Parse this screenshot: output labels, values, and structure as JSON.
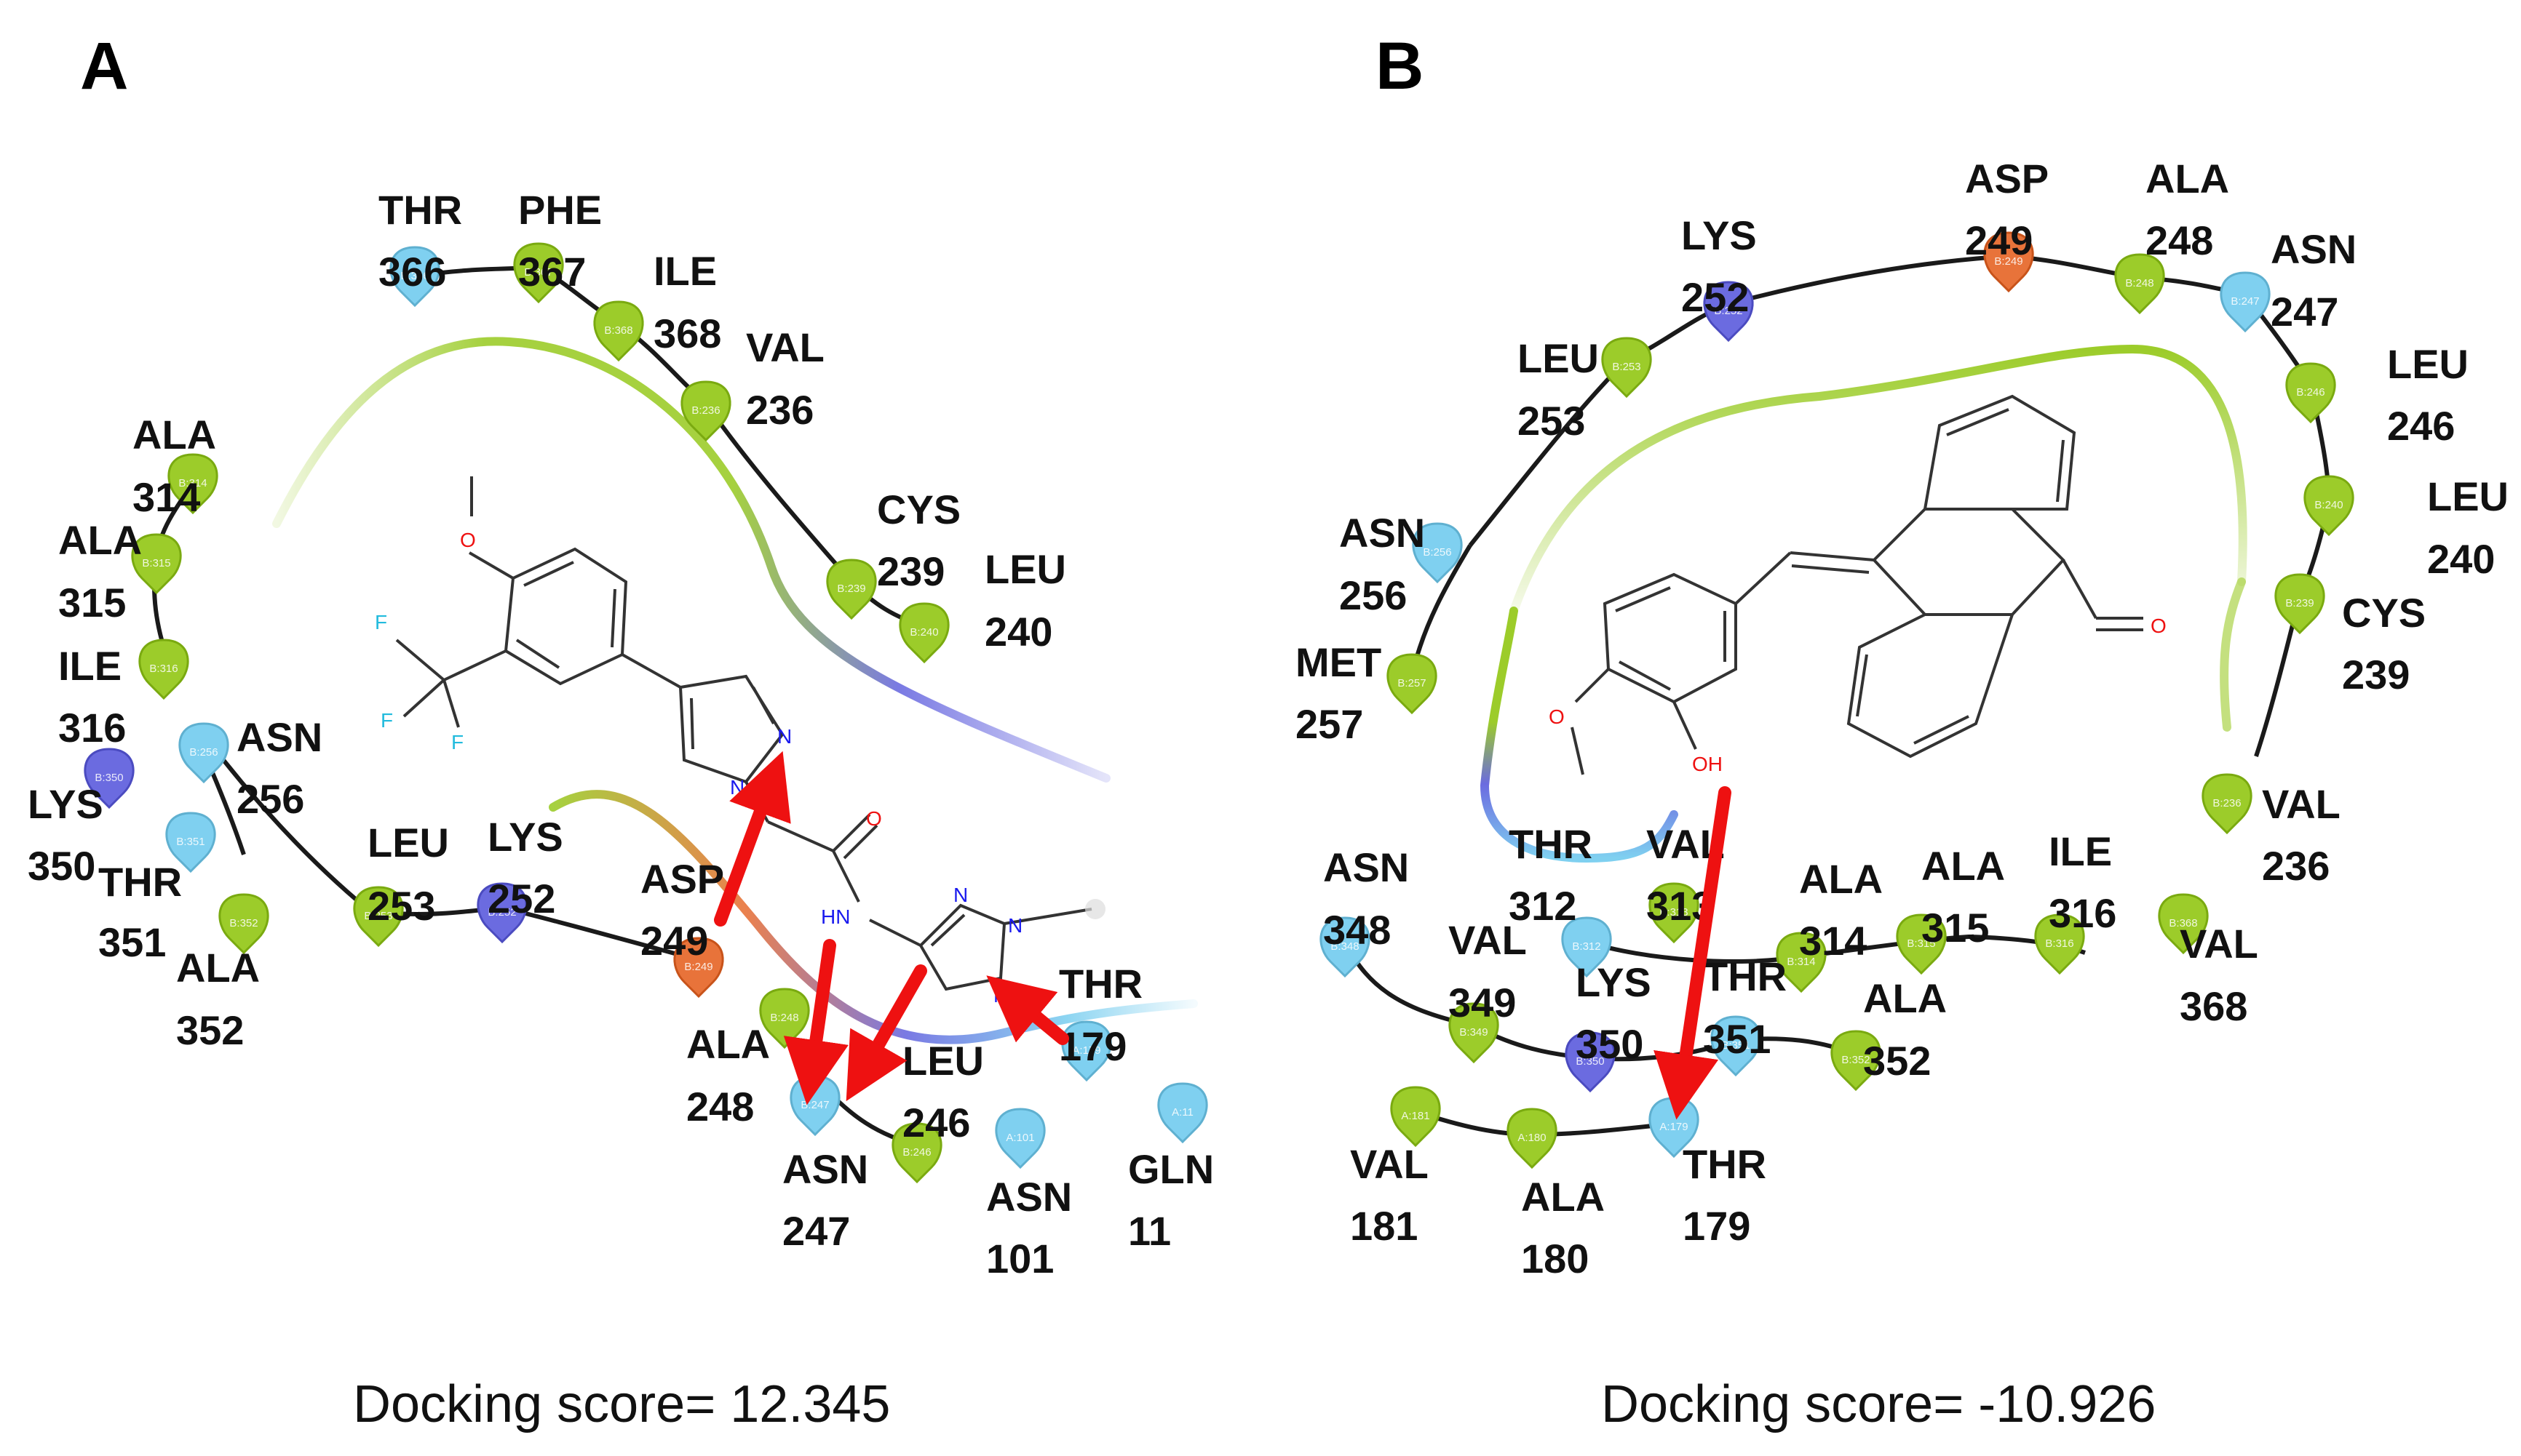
{
  "panels": [
    {
      "letter": "A",
      "caption": "Docking score= 12.345",
      "residues": [
        {
          "name": "THR",
          "num": "366",
          "type": "polar",
          "mini": "B:366"
        },
        {
          "name": "PHE",
          "num": "367",
          "type": "hydrophobic",
          "mini": "B:367"
        },
        {
          "name": "ILE",
          "num": "368",
          "type": "hydrophobic",
          "mini": "B:368"
        },
        {
          "name": "VAL",
          "num": "236",
          "type": "hydrophobic",
          "mini": "B:236"
        },
        {
          "name": "CYS",
          "num": "239",
          "type": "hydrophobic",
          "mini": "B:239"
        },
        {
          "name": "LEU",
          "num": "240",
          "type": "hydrophobic",
          "mini": "B:240"
        },
        {
          "name": "ALA",
          "num": "314",
          "type": "hydrophobic",
          "mini": "B:314"
        },
        {
          "name": "ALA",
          "num": "315",
          "type": "hydrophobic",
          "mini": "B:315"
        },
        {
          "name": "ILE",
          "num": "316",
          "type": "hydrophobic",
          "mini": "B:316"
        },
        {
          "name": "LYS",
          "num": "350",
          "type": "positive",
          "mini": "B:350"
        },
        {
          "name": "ASN",
          "num": "256",
          "type": "polar",
          "mini": "B:256"
        },
        {
          "name": "THR",
          "num": "351",
          "type": "polar",
          "mini": "B:351"
        },
        {
          "name": "ALA",
          "num": "352",
          "type": "hydrophobic",
          "mini": "B:352"
        },
        {
          "name": "LEU",
          "num": "253",
          "type": "hydrophobic",
          "mini": "B:253"
        },
        {
          "name": "LYS",
          "num": "252",
          "type": "positive",
          "mini": "B:252"
        },
        {
          "name": "ASP",
          "num": "249",
          "type": "negative",
          "mini": "B:249"
        },
        {
          "name": "ALA",
          "num": "248",
          "type": "hydrophobic",
          "mini": "B:248"
        },
        {
          "name": "ASN",
          "num": "247",
          "type": "polar",
          "mini": "B:247"
        },
        {
          "name": "LEU",
          "num": "246",
          "type": "hydrophobic",
          "mini": "B:246"
        },
        {
          "name": "ASN",
          "num": "101",
          "type": "polar",
          "mini": "A:101"
        },
        {
          "name": "THR",
          "num": "179",
          "type": "polar",
          "mini": "A:179"
        },
        {
          "name": "GLN",
          "num": "11",
          "type": "polar",
          "mini": "A:11"
        }
      ],
      "atom_labels": [
        "O",
        "F",
        "F",
        "F",
        "N",
        "N",
        "O",
        "HN",
        "N",
        "N",
        "N"
      ]
    },
    {
      "letter": "B",
      "caption": "Docking score= -10.926",
      "residues": [
        {
          "name": "ASP",
          "num": "249",
          "type": "negative",
          "mini": "B:249"
        },
        {
          "name": "ALA",
          "num": "248",
          "type": "hydrophobic",
          "mini": "B:248"
        },
        {
          "name": "LYS",
          "num": "252",
          "type": "positive",
          "mini": "B:252"
        },
        {
          "name": "ASN",
          "num": "247",
          "type": "polar",
          "mini": "B:247"
        },
        {
          "name": "LEU",
          "num": "253",
          "type": "hydrophobic",
          "mini": "B:253"
        },
        {
          "name": "LEU",
          "num": "246",
          "type": "hydrophobic",
          "mini": "B:246"
        },
        {
          "name": "LEU",
          "num": "240",
          "type": "hydrophobic",
          "mini": "B:240"
        },
        {
          "name": "ASN",
          "num": "256",
          "type": "polar",
          "mini": "B:256"
        },
        {
          "name": "CYS",
          "num": "239",
          "type": "hydrophobic",
          "mini": "B:239"
        },
        {
          "name": "MET",
          "num": "257",
          "type": "hydrophobic",
          "mini": "B:257"
        },
        {
          "name": "VAL",
          "num": "236",
          "type": "hydrophobic",
          "mini": "B:236"
        },
        {
          "name": "ASN",
          "num": "348",
          "type": "polar",
          "mini": "B:348"
        },
        {
          "name": "THR",
          "num": "312",
          "type": "polar",
          "mini": "B:312"
        },
        {
          "name": "VAL",
          "num": "313",
          "type": "hydrophobic",
          "mini": "B:313"
        },
        {
          "name": "ALA",
          "num": "314",
          "type": "hydrophobic",
          "mini": "B:314"
        },
        {
          "name": "ALA",
          "num": "315",
          "type": "hydrophobic",
          "mini": "B:315"
        },
        {
          "name": "ILE",
          "num": "316",
          "type": "hydrophobic",
          "mini": "B:316"
        },
        {
          "name": "VAL",
          "num": "349",
          "type": "hydrophobic",
          "mini": "B:349"
        },
        {
          "name": "LYS",
          "num": "350",
          "type": "positive",
          "mini": "B:350"
        },
        {
          "name": "THR",
          "num": "351",
          "type": "polar",
          "mini": "B:351"
        },
        {
          "name": "ALA",
          "num": "352",
          "type": "hydrophobic",
          "mini": "B:352"
        },
        {
          "name": "VAL",
          "num": "368",
          "type": "hydrophobic",
          "mini": "B:368"
        },
        {
          "name": "VAL",
          "num": "181",
          "type": "hydrophobic",
          "mini": "A:181"
        },
        {
          "name": "ALA",
          "num": "180",
          "type": "hydrophobic",
          "mini": "A:180"
        },
        {
          "name": "THR",
          "num": "179",
          "type": "polar",
          "mini": "A:179"
        }
      ],
      "atom_labels": [
        "O",
        "OH"
      ]
    }
  ],
  "colors": {
    "hydrophobic": "#9ccc2a",
    "polar": "#7fd0f0",
    "positive": "#6b6be0",
    "negative": "#e8733a",
    "hbond_arrow": "#ee1111",
    "backbone": "#1a1a1a",
    "nitrogen": "#1a1aee",
    "oxygen": "#ee1111",
    "fluorine": "#22bbdd"
  }
}
